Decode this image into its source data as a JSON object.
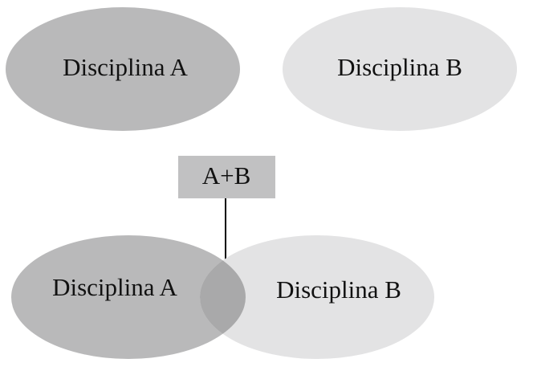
{
  "top": {
    "left": {
      "label": "Disciplina A",
      "fill": "#b9b9ba"
    },
    "right": {
      "label": "Disciplina B",
      "fill": "#e3e3e4"
    }
  },
  "connector": {
    "label": "A+B",
    "fill": "#c1c1c2",
    "arrow_color": "#000000"
  },
  "bottom": {
    "left": {
      "label": "Disciplina A",
      "fill": "#b9b9ba"
    },
    "right": {
      "label": "Disciplina B",
      "fill": "#e3e3e4"
    },
    "overlap_fill": "#a9a9aa"
  }
}
